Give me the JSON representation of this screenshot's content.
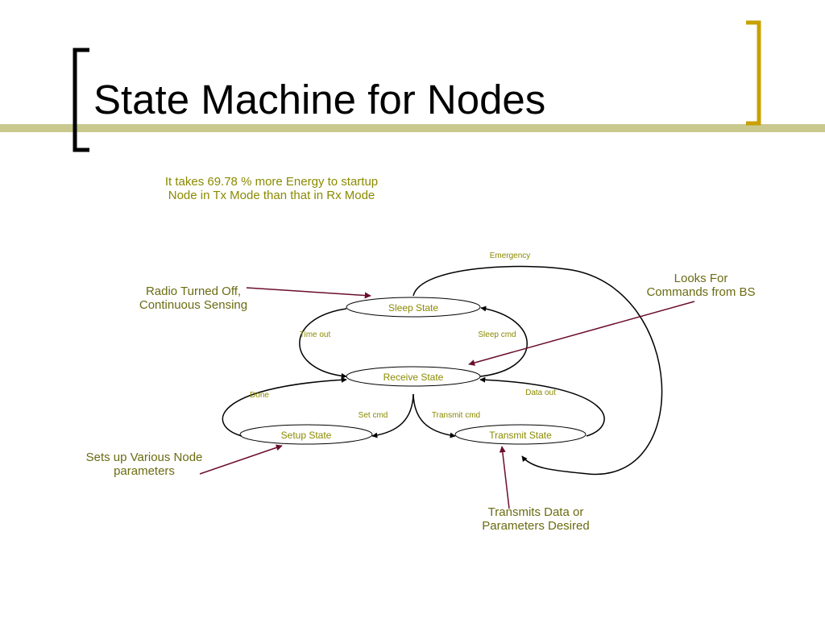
{
  "slide": {
    "title": "State Machine for Nodes"
  },
  "note": {
    "line1": "It takes 69.78 % more Energy to startup",
    "line2": "Node in Tx Mode than that in Rx Mode"
  },
  "states": {
    "sleep": "Sleep State",
    "receive": "Receive State",
    "setup": "Setup State",
    "transmit": "Transmit State"
  },
  "transitions": {
    "emergency": "Emergency",
    "time_out": "Time out",
    "sleep_cmd": "Sleep cmd",
    "done": "Done",
    "data_out": "Data out",
    "set_cmd": "Set cmd",
    "transmit_cmd": "Transmit cmd"
  },
  "callouts": {
    "radio_off_line1": "Radio Turned Off,",
    "radio_off_line2": "Continuous Sensing",
    "looks_for_line1": "Looks For",
    "looks_for_line2": "Commands from BS",
    "sets_up_line1": "Sets up Various Node",
    "sets_up_line2": "parameters",
    "transmits_line1": "Transmits Data or",
    "transmits_line2": "Parameters Desired"
  },
  "colors": {
    "accent_olive": "#8a8a00",
    "callout_text": "#6b6b12",
    "callout_arrow": "#6b0d2f",
    "bracket_left": "#000000",
    "bracket_right": "#c8a000",
    "title_rule": "#c9c98e"
  }
}
